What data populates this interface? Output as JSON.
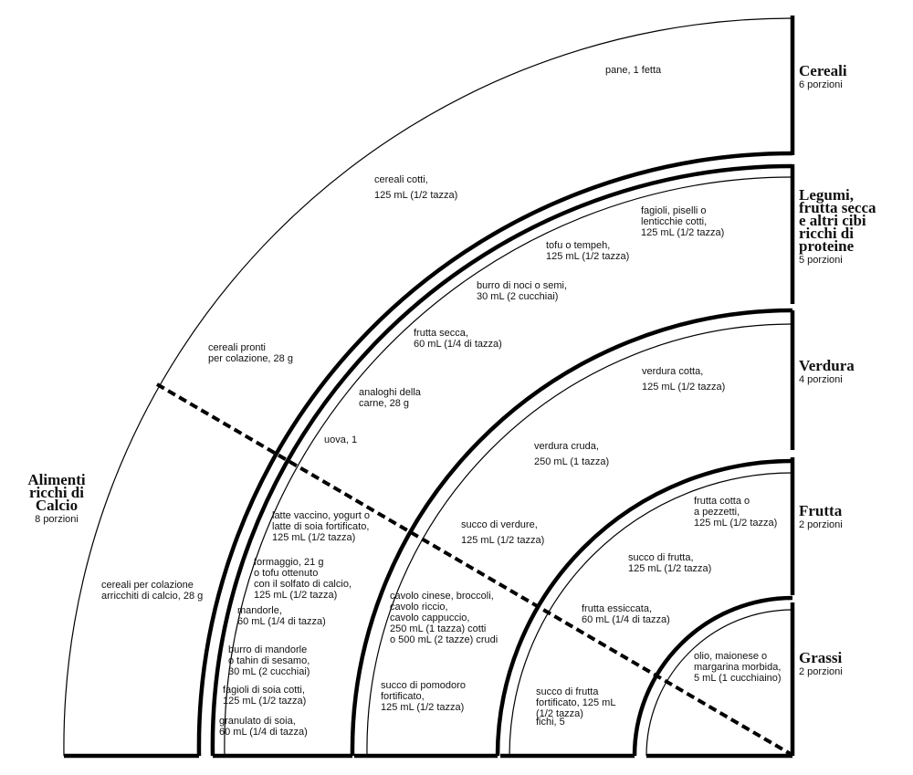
{
  "categories": [
    {
      "id": "cereali",
      "title_lines": [
        "Cereali"
      ],
      "portions": "6 porzioni"
    },
    {
      "id": "legumi",
      "title_lines": [
        "Legumi,",
        "frutta secca",
        "e altri cibi",
        "ricchi di",
        "proteine"
      ],
      "portions": "5 porzioni"
    },
    {
      "id": "verdura",
      "title_lines": [
        "Verdura"
      ],
      "portions": "4 porzioni"
    },
    {
      "id": "frutta",
      "title_lines": [
        "Frutta"
      ],
      "portions": "2 porzioni"
    },
    {
      "id": "grassi",
      "title_lines": [
        "Grassi"
      ],
      "portions": "2 porzioni"
    },
    {
      "id": "calcio",
      "title_lines": [
        "Alimenti",
        "ricchi di",
        "Calcio"
      ],
      "portions": "8 porzioni"
    }
  ],
  "items": {
    "cereali": [
      [
        "pane, 1 fetta"
      ],
      [
        "cereali cotti,",
        "125 mL (1/2 tazza)"
      ],
      [
        "cereali pronti",
        "per colazione, 28 g"
      ]
    ],
    "cereali_calcio": [
      [
        "cereali per colazione",
        "arricchiti di calcio, 28 g"
      ]
    ],
    "legumi": [
      [
        "fagioli, piselli o",
        "lenticchie cotti,",
        "125 mL (1/2 tazza)"
      ],
      [
        "tofu o tempeh,",
        "125 mL (1/2 tazza)"
      ],
      [
        "burro di noci o semi,",
        "30 mL (2 cucchiai)"
      ],
      [
        "frutta secca,",
        "60 mL (1/4 di tazza)"
      ],
      [
        "analoghi della",
        "carne, 28 g"
      ],
      [
        "uova, 1"
      ]
    ],
    "legumi_calcio": [
      [
        "latte vaccino, yogurt o",
        "latte di soia fortificato,",
        "125 mL (1/2 tazza)"
      ],
      [
        "formaggio, 21 g",
        "o tofu ottenuto",
        "con il solfato di calcio,",
        "125 mL (1/2 tazza)"
      ],
      [
        "mandorle,",
        "60 mL (1/4 di tazza)"
      ],
      [
        "burro di mandorle",
        "o tahin di sesamo,",
        "30 mL (2 cucchiai)"
      ],
      [
        "fagioli di soia cotti,",
        "125 mL (1/2 tazza)"
      ],
      [
        "granulato di soia,",
        "60 mL (1/4 di tazza)"
      ]
    ],
    "verdura": [
      [
        "verdura cotta,",
        "125 mL (1/2 tazza)"
      ],
      [
        "verdura cruda,",
        "250 mL (1 tazza)"
      ],
      [
        "succo di verdure,",
        "125 mL (1/2 tazza)"
      ]
    ],
    "verdura_calcio": [
      [
        "cavolo cinese, broccoli,",
        "cavolo riccio,",
        "cavolo cappuccio,",
        "250 mL (1 tazza) cotti",
        "o 500 mL (2 tazze) crudi"
      ],
      [
        "succo di pomodoro",
        "fortificato,",
        "125 mL (1/2 tazza)"
      ]
    ],
    "frutta": [
      [
        "frutta cotta o",
        "a pezzetti,",
        "125 mL (1/2 tazza)"
      ],
      [
        "succo di frutta,",
        "125 mL (1/2 tazza)"
      ],
      [
        "frutta essiccata,",
        "60 mL (1/4 di tazza)"
      ]
    ],
    "frutta_calcio": [
      [
        "succo di frutta",
        "fortificato, 125 mL",
        "(1/2 tazza)"
      ],
      [
        "fichi, 5"
      ]
    ],
    "grassi": [
      [
        "olio, maionese o",
        "margarina morbida,",
        "5 mL (1 cucchiaino)"
      ]
    ]
  }
}
